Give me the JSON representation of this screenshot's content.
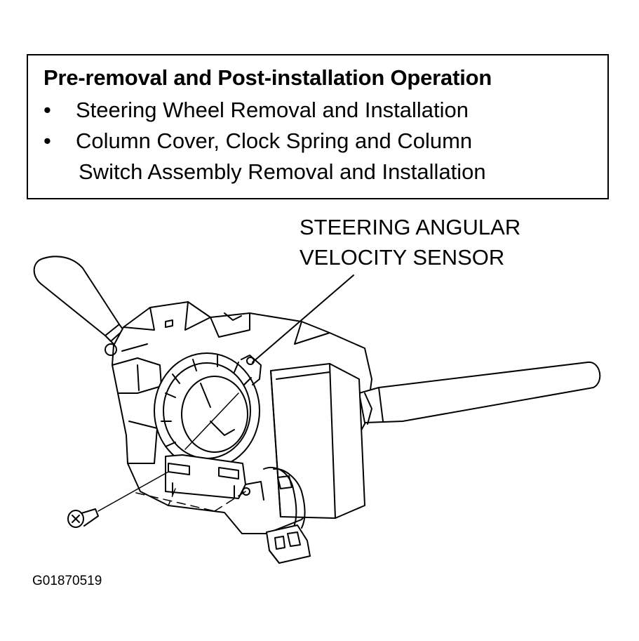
{
  "operations": {
    "title": "Pre-removal and Post-installation Operation",
    "bullet": "•",
    "items": [
      "Steering Wheel Removal and Installation",
      "Column Cover, Clock Spring and Column",
      "Switch Assembly Removal and Installation"
    ]
  },
  "callout": {
    "line1": "STEERING ANGULAR",
    "line2": "VELOCITY SENSOR"
  },
  "figure_code": "G01870519"
}
